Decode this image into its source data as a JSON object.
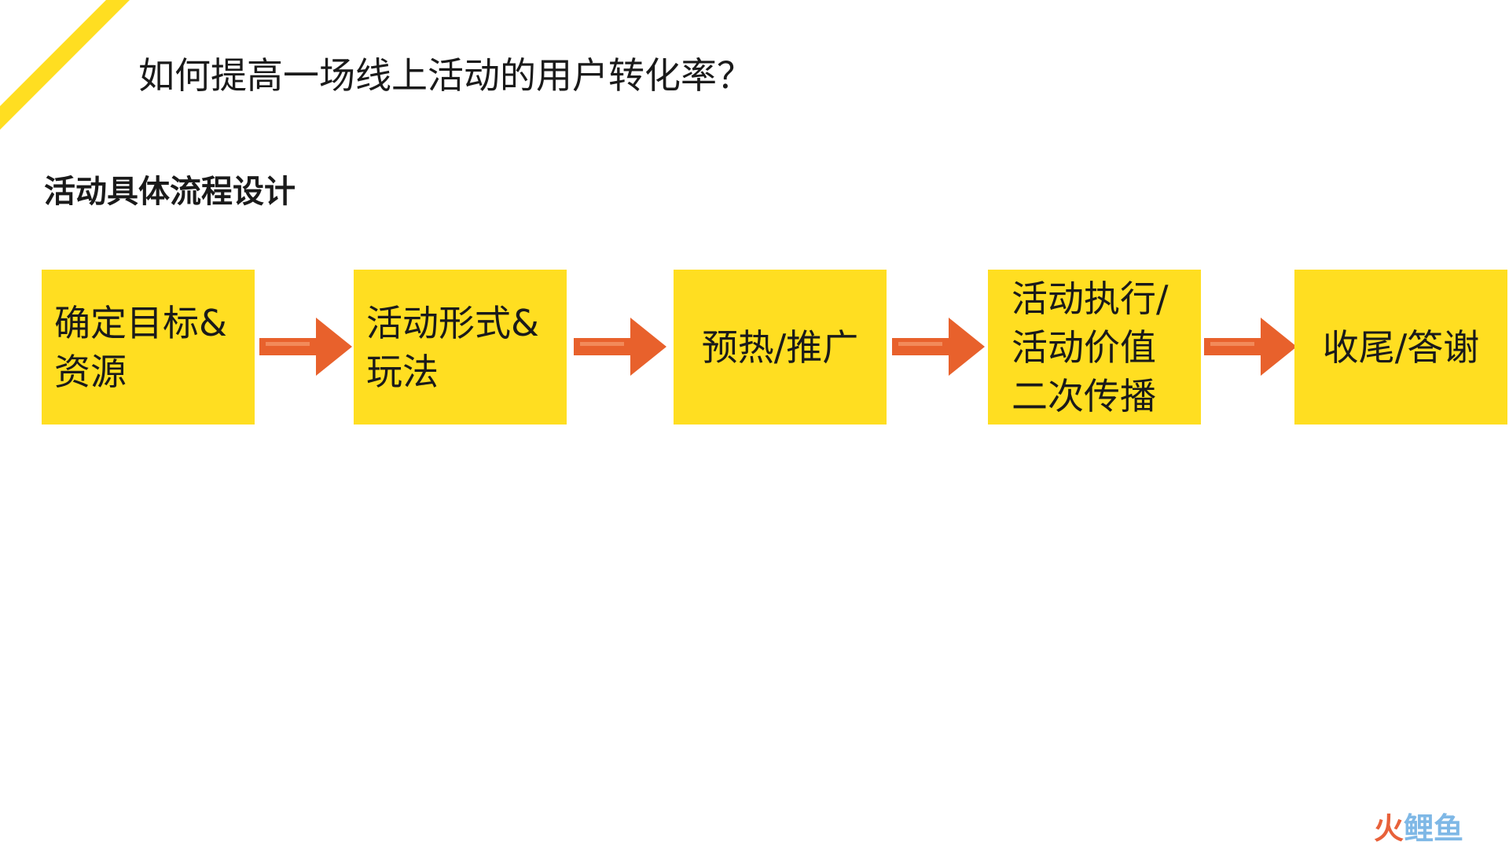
{
  "header": {
    "title": "如何提高一场线上活动的用户转化率？",
    "subtitle": "活动具体流程设计"
  },
  "flow": {
    "steps": [
      {
        "label": "确定目标&\n资源"
      },
      {
        "label": "活动形式&\n玩法"
      },
      {
        "label": "预热/推广"
      },
      {
        "label": "活动执行/\n活动价值\n二次传播"
      },
      {
        "label": "收尾/答谢"
      }
    ]
  },
  "watermark": {
    "char1": "火",
    "rest": "鲤鱼"
  },
  "colors": {
    "box_fill": "#ffde21",
    "arrow": "#e8612c",
    "corner_stripe": "#ffde21",
    "text": "#1a1a1a"
  },
  "icons": {
    "arrow": "arrow-right-icon",
    "stripe": "corner-stripe-decoration"
  }
}
